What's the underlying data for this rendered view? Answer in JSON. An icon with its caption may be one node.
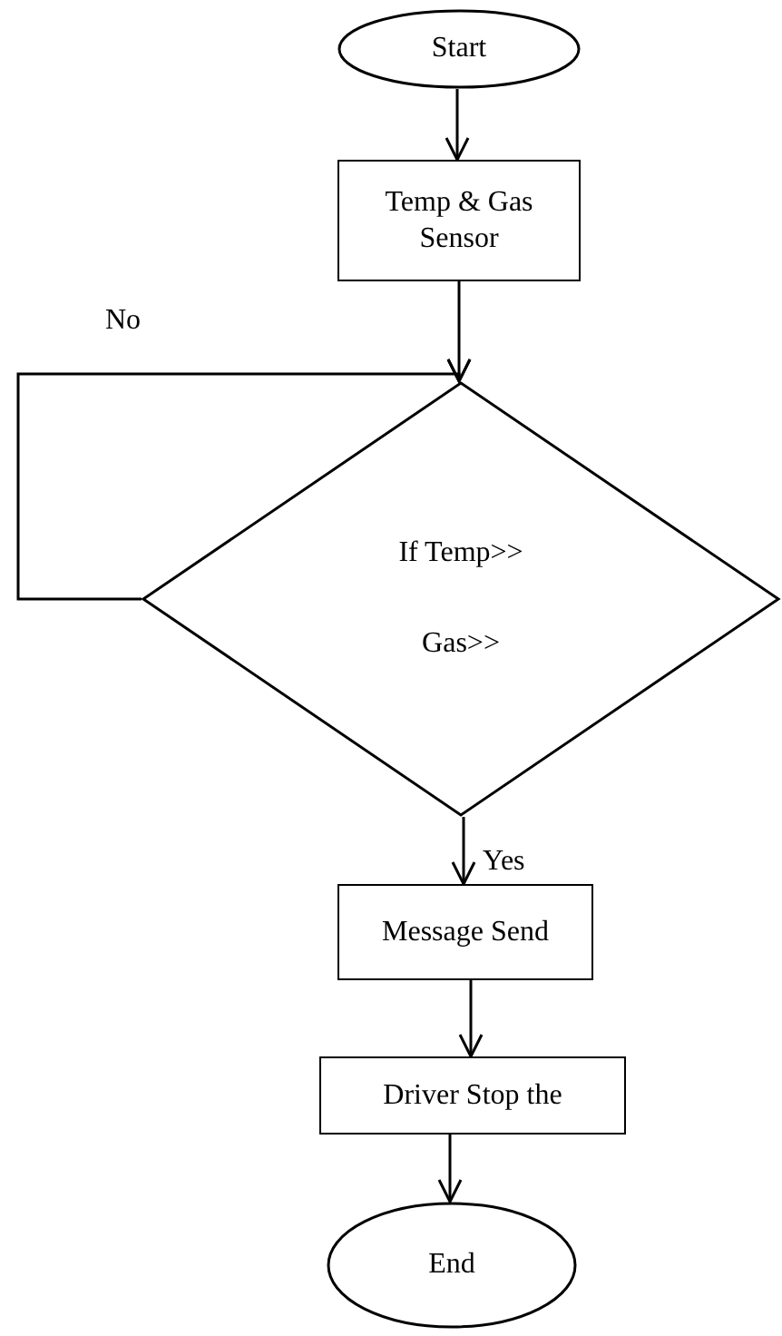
{
  "diagram": {
    "nodes": [
      {
        "text": [
          "Start"
        ]
      },
      {
        "text": [
          "Temp & Gas Sensor"
        ]
      },
      {
        "text": [
          "If Temp>>",
          "Gas>>"
        ]
      },
      {
        "text": [
          "Message Send"
        ]
      },
      {
        "text": [
          "Driver Stop the"
        ]
      },
      {
        "text": [
          "End"
        ]
      }
    ],
    "edges": [
      {
        "from": 0,
        "to": 1,
        "arrow": "to"
      },
      {
        "from": 1,
        "to": 2,
        "arrow": "to"
      },
      {
        "from": 2,
        "to": 2,
        "arrow": "to",
        "label": "No"
      },
      {
        "from": 2,
        "to": 3,
        "arrow": "to",
        "label": "Yes"
      },
      {
        "from": 3,
        "to": 4,
        "arrow": "to"
      },
      {
        "from": 4,
        "to": 5,
        "arrow": "to"
      }
    ]
  }
}
